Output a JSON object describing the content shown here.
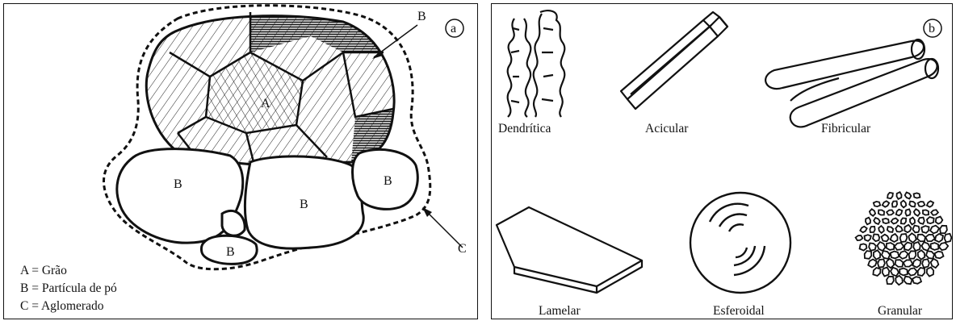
{
  "panel_a": {
    "badge": "a",
    "labels": {
      "grain": "A",
      "particle": "B",
      "agglomerate": "C"
    },
    "legend": [
      "A = Grão",
      "B = Partícula de pó",
      "C = Aglomerado"
    ]
  },
  "panel_b": {
    "badge": "b",
    "shapes": [
      {
        "label": "Dendrítica",
        "icon": "dendritic-particle"
      },
      {
        "label": "Acicular",
        "icon": "acicular-particle"
      },
      {
        "label": "Fibricular",
        "icon": "fibrous-particle"
      },
      {
        "label": "Lamelar",
        "icon": "lamellar-particle"
      },
      {
        "label": "Esferoidal",
        "icon": "spheroidal-particle"
      },
      {
        "label": "Granular",
        "icon": "granular-particle"
      }
    ]
  }
}
